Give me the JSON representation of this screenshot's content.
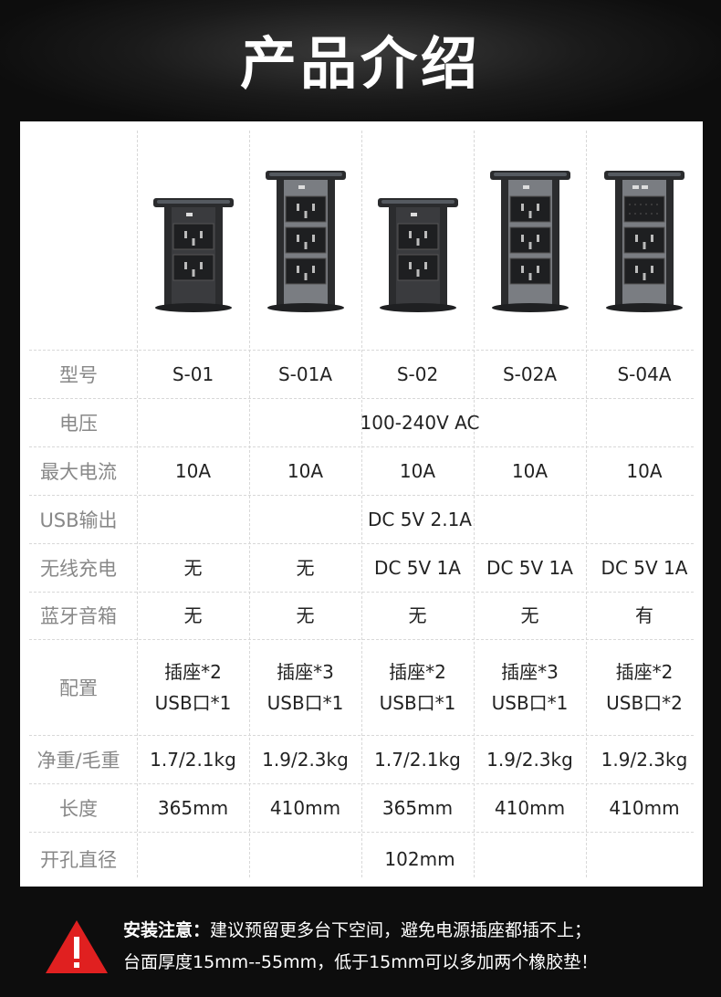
{
  "title": "产品介绍",
  "models": [
    "S-01",
    "S-01A",
    "S-02",
    "S-02A",
    "S-04A"
  ],
  "rows": [
    {
      "label": "型号",
      "values": [
        "S-01",
        "S-01A",
        "S-02",
        "S-02A",
        "S-04A"
      ]
    },
    {
      "label": "电压",
      "merged": "100-240V AC"
    },
    {
      "label": "最大电流",
      "values": [
        "10A",
        "10A",
        "10A",
        "10A",
        "10A"
      ]
    },
    {
      "label": "USB输出",
      "merged": "DC 5V 2.1A"
    },
    {
      "label": "无线充电",
      "values": [
        "无",
        "无",
        "DC 5V 1A",
        "DC 5V 1A",
        "DC 5V 1A"
      ]
    },
    {
      "label": "蓝牙音箱",
      "values": [
        "无",
        "无",
        "无",
        "无",
        "有"
      ]
    },
    {
      "label": "配置",
      "values": [
        [
          "插座*2",
          "USB口*1"
        ],
        [
          "插座*3",
          "USB口*1"
        ],
        [
          "插座*2",
          "USB口*1"
        ],
        [
          "插座*3",
          "USB口*1"
        ],
        [
          "插座*2",
          "USB口*2"
        ]
      ]
    },
    {
      "label": "净重/毛重",
      "values": [
        "1.7/2.1kg",
        "1.9/2.3kg",
        "1.7/2.1kg",
        "1.9/2.3kg",
        "1.9/2.3kg"
      ]
    },
    {
      "label": "长度",
      "values": [
        "365mm",
        "410mm",
        "365mm",
        "410mm",
        "410mm"
      ]
    },
    {
      "label": "开孔直径",
      "merged": "102mm"
    }
  ],
  "products": [
    {
      "sockets": 2,
      "tall": false,
      "usb": 1,
      "speaker": false
    },
    {
      "sockets": 3,
      "tall": true,
      "usb": 1,
      "speaker": false
    },
    {
      "sockets": 2,
      "tall": false,
      "usb": 1,
      "speaker": false
    },
    {
      "sockets": 3,
      "tall": true,
      "usb": 1,
      "speaker": false
    },
    {
      "sockets": 2,
      "tall": true,
      "usb": 2,
      "speaker": true
    }
  ],
  "notice": {
    "heading": "安装注意：",
    "line1": "建议预留更多台下空间，避免电源插座都插不上；",
    "line2": "台面厚度15mm--55mm，低于15mm可以多加两个橡胶垫！"
  },
  "colors": {
    "background": "#0d0d0d",
    "panel": "#ffffff",
    "label_text": "#888888",
    "value_text": "#222222",
    "warning_red": "#e02020"
  }
}
